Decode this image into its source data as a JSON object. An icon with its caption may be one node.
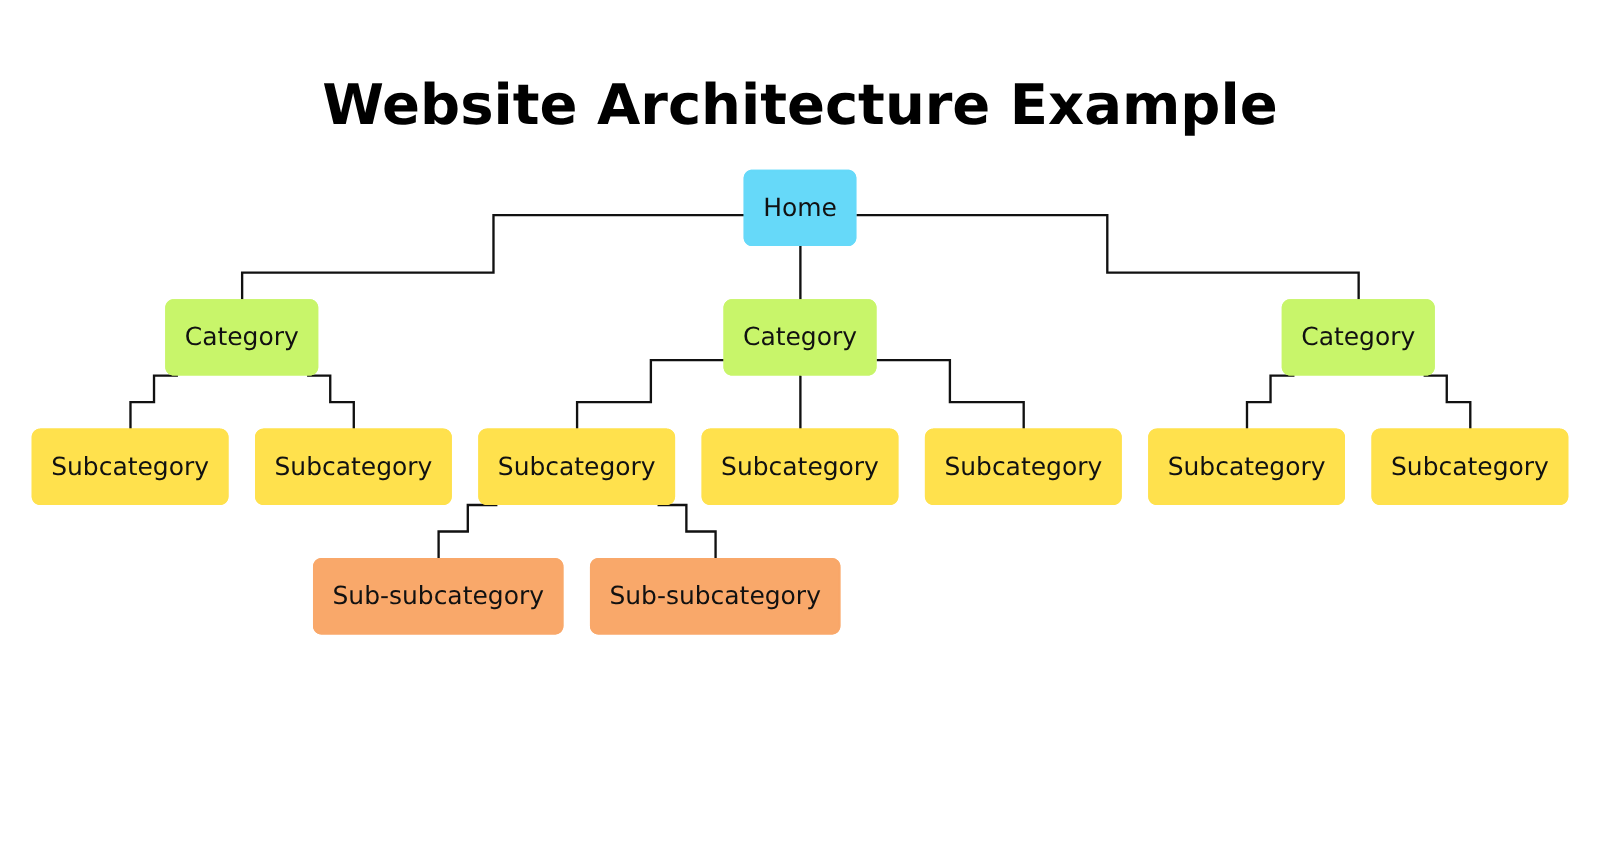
{
  "diagram": {
    "title": "Website Architecture Example",
    "nodes": [
      {
        "text": [
          "Home"
        ]
      },
      {
        "text": [
          "Category"
        ]
      },
      {
        "text": [
          "Category"
        ]
      },
      {
        "text": [
          "Category"
        ]
      },
      {
        "text": [
          "Subcategory"
        ]
      },
      {
        "text": [
          "Subcategory"
        ]
      },
      {
        "text": [
          "Subcategory"
        ]
      },
      {
        "text": [
          "Subcategory"
        ]
      },
      {
        "text": [
          "Subcategory"
        ]
      },
      {
        "text": [
          "Subcategory"
        ]
      },
      {
        "text": [
          "Subcategory"
        ]
      },
      {
        "text": [
          "Sub-subcategory"
        ]
      },
      {
        "text": [
          "Sub-subcategory"
        ]
      }
    ],
    "edges": [
      {
        "from": 0,
        "to": 1,
        "arrow": "none"
      },
      {
        "from": 0,
        "to": 2,
        "arrow": "none"
      },
      {
        "from": 0,
        "to": 3,
        "arrow": "none"
      },
      {
        "from": 1,
        "to": 4,
        "arrow": "none"
      },
      {
        "from": 1,
        "to": 5,
        "arrow": "none"
      },
      {
        "from": 2,
        "to": 6,
        "arrow": "none"
      },
      {
        "from": 2,
        "to": 7,
        "arrow": "none"
      },
      {
        "from": 2,
        "to": 8,
        "arrow": "none"
      },
      {
        "from": 3,
        "to": 9,
        "arrow": "none"
      },
      {
        "from": 3,
        "to": 10,
        "arrow": "none"
      },
      {
        "from": 6,
        "to": 11,
        "arrow": "none"
      },
      {
        "from": 6,
        "to": 12,
        "arrow": "none"
      }
    ]
  }
}
